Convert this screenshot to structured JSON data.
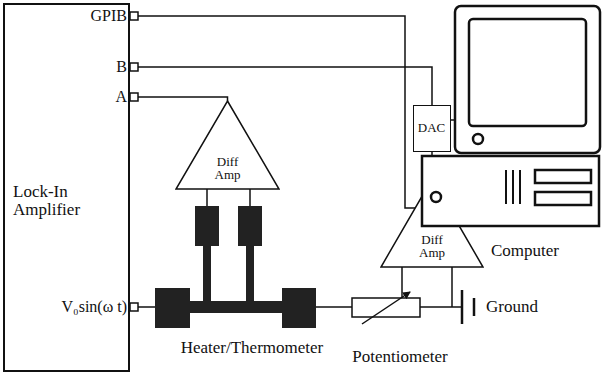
{
  "diagram": {
    "nodes": [
      {
        "text": [
          "Lock-In Amplifier"
        ]
      },
      {
        "text": [
          "Diff Amp"
        ]
      },
      {
        "text": [
          "DAC"
        ]
      },
      {
        "text": [
          "Diff Amp"
        ]
      },
      {
        "text": [
          "Computer"
        ]
      }
    ],
    "edges": [
      {
        "from": 0,
        "to": 4,
        "arrow": "none"
      },
      {
        "from": 0,
        "to": 2,
        "arrow": "none"
      },
      {
        "from": 2,
        "to": 4,
        "arrow": "none"
      },
      {
        "from": 3,
        "to": 2,
        "arrow": "none"
      },
      {
        "from": 0,
        "to": 1,
        "arrow": "none"
      }
    ],
    "labels": [
      "GPIB",
      "B",
      "A",
      "V₀sin(ω t)",
      "Heater/Thermometer",
      "Potentiometer",
      "Ground"
    ]
  }
}
